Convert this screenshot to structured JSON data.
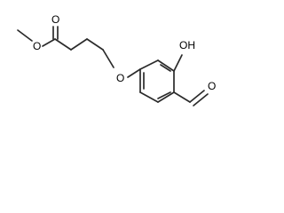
{
  "molecule": {
    "atoms": {
      "ester_carbonyl_oxygen": "O",
      "ester_ether_oxygen": "O",
      "aryl_ether_oxygen": "O",
      "hydroxyl": "OH",
      "aldehyde_oxygen": "O"
    },
    "colors": {
      "bond": "#2b2b2b",
      "label": "#000000",
      "background": "#ffffff"
    }
  }
}
